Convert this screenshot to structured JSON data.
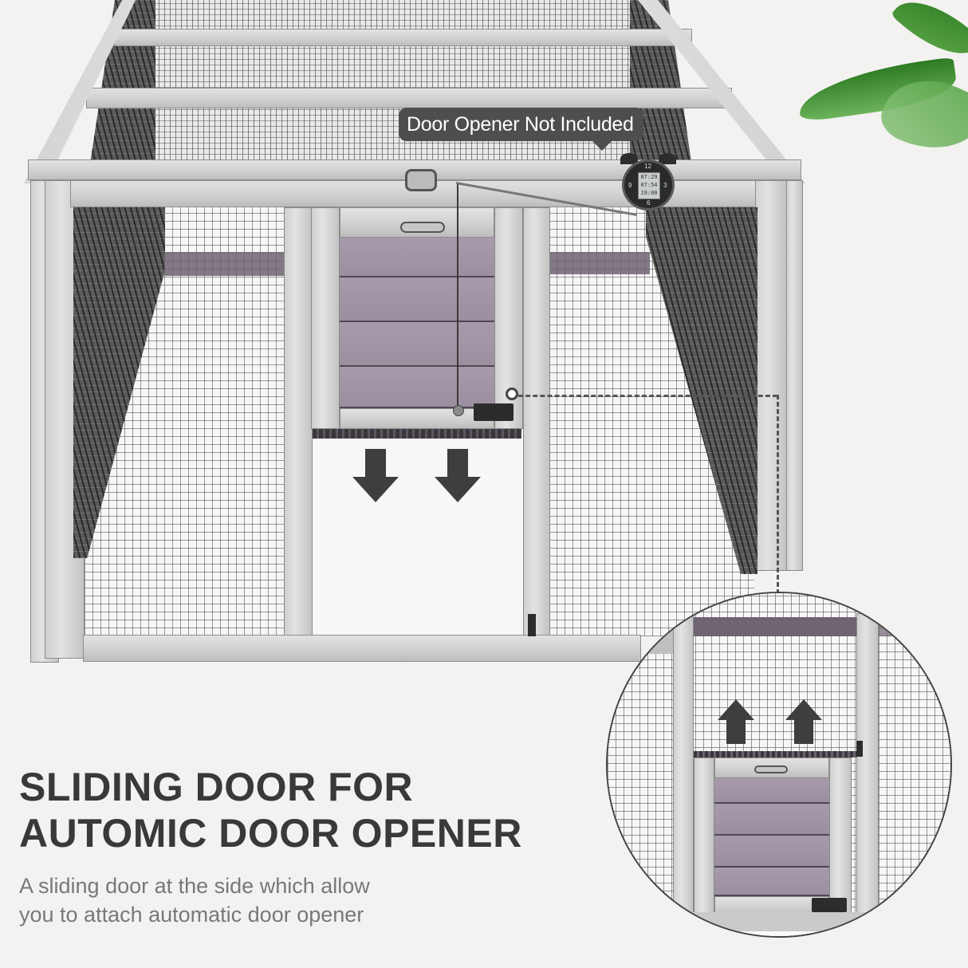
{
  "callout": {
    "label": "Door Opener Not Included",
    "background_color": "#4e4e4e",
    "text_color": "#ffffff"
  },
  "headline": {
    "line1": "SLIDING DOOR FOR",
    "line2": "AUTOMIC DOOR OPENER",
    "color": "#3a3839"
  },
  "description": {
    "line1": "A sliding door at the side which allow",
    "line2": "you to attach automatic door opener",
    "color": "#7a7877"
  },
  "icons": {
    "main_arrows": "down-arrow",
    "detail_arrows": "up-arrow",
    "timer": "alarm-clock-timer"
  },
  "timer_display": {
    "line1": "07:29",
    "line2": "07:54",
    "line3": "19:00",
    "dial_marks": [
      "12",
      "3",
      "6",
      "9"
    ]
  },
  "colors": {
    "background": "#f3f2f0",
    "frame_wood": "#d4d4d4",
    "door_panel": "#a094a4",
    "purple_beam": "#6d6371",
    "arrow": "#3f3d3e",
    "leaf_green": "#3e8f2e"
  }
}
